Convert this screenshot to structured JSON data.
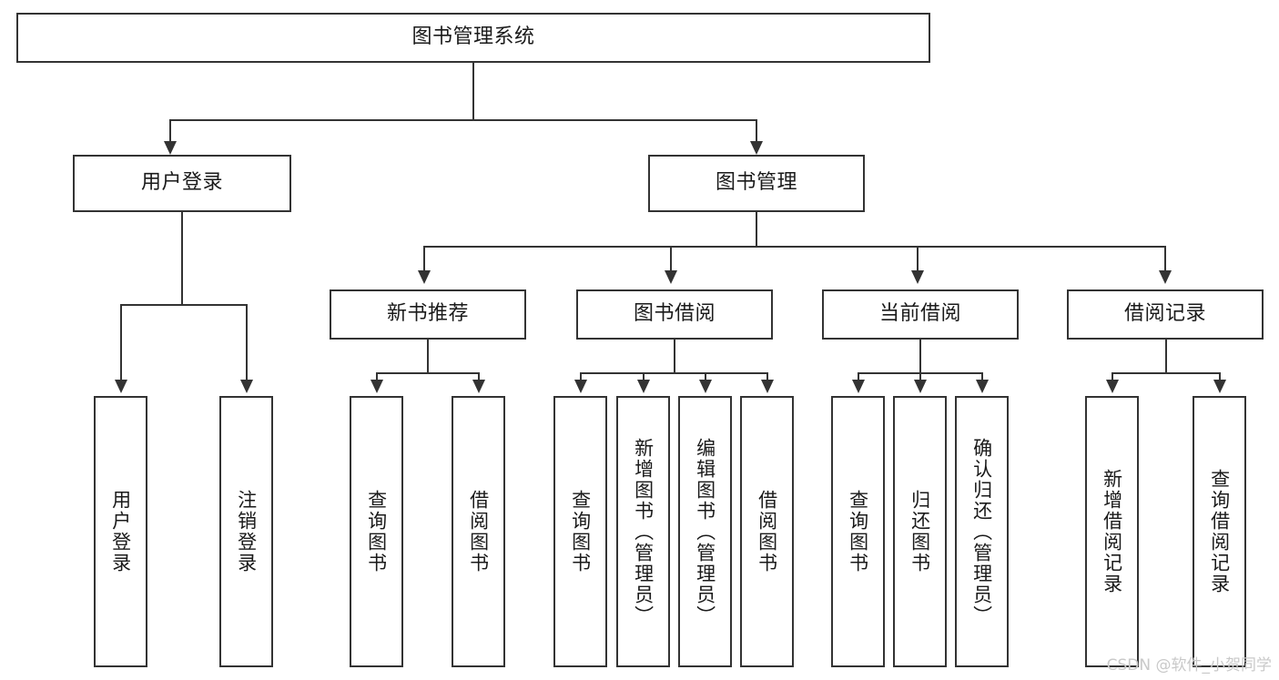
{
  "diagram": {
    "title": "图书管理系统",
    "root": {
      "label": "图书管理系统"
    },
    "level2": [
      {
        "label": "用户登录"
      },
      {
        "label": "图书管理"
      }
    ],
    "level3": [
      {
        "label": "新书推荐"
      },
      {
        "label": "图书借阅"
      },
      {
        "label": "当前借阅"
      },
      {
        "label": "借阅记录"
      }
    ],
    "leaves": {
      "user_login": [
        {
          "label": "用户登录"
        },
        {
          "label": "注销登录"
        }
      ],
      "new_book_recommend": [
        {
          "label": "查询图书"
        },
        {
          "label": "借阅图书"
        }
      ],
      "book_borrow": [
        {
          "label": "查询图书"
        },
        {
          "label": "新增图书（管理员）"
        },
        {
          "label": "编辑图书（管理员）"
        },
        {
          "label": "借阅图书"
        }
      ],
      "current_borrow": [
        {
          "label": "查询图书"
        },
        {
          "label": "归还图书"
        },
        {
          "label": "确认归还（管理员）"
        }
      ],
      "borrow_record": [
        {
          "label": "新增借阅记录"
        },
        {
          "label": "查询借阅记录"
        }
      ]
    }
  },
  "watermark": {
    "text": "CSDN @软件_小贺同学"
  },
  "colors": {
    "stroke": "#333333",
    "background": "#ffffff",
    "text": "#1a1a1a",
    "watermark": "#c9c9c9"
  }
}
